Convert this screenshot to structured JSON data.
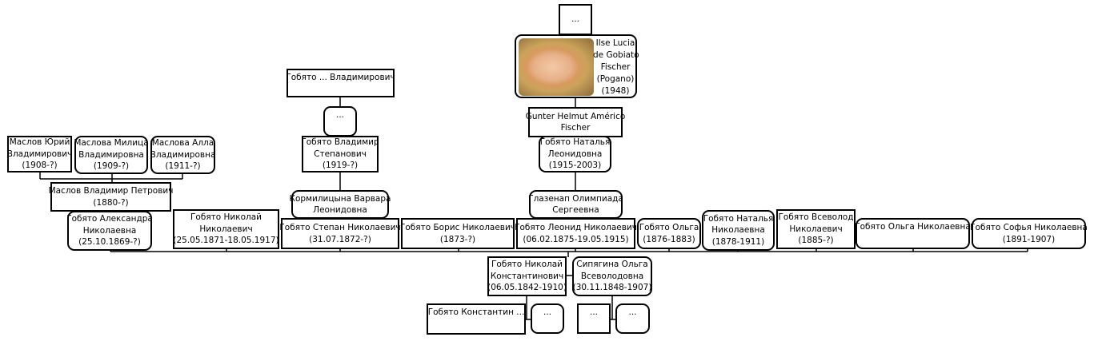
{
  "boxes": {
    "top_ellipsis": "...",
    "ilse": [
      "Ilse Lucia",
      "de Gobiato",
      "Fischer",
      "(Pogano)",
      "(1948)"
    ],
    "gunter": [
      "Gunter Helmut Américo",
      "Fischer"
    ],
    "natalia_l": [
      "Гобято Наталья",
      "Леонидовна",
      "(1915-2003)"
    ],
    "glazenap": [
      "Глазенап Олимпиада",
      "Сергеевна"
    ],
    "gobyato_vlad_unknown": [
      "Гобято ... Владимирович"
    ],
    "ellipsis_mid": "...",
    "vladimir_s": [
      "Гобято Владимир",
      "Степанович",
      "(1919-?)"
    ],
    "kormilitsyna": [
      "Кормилицына Варвара",
      "Леонидовна"
    ],
    "maslov_yuri": [
      "Маслов Юрий",
      "Владимирович",
      "(1908-?)"
    ],
    "maslova_militsa": [
      "Маслова Милица",
      "Владимировна",
      "(1909-?)"
    ],
    "maslova_alla": [
      "Маслова Алла",
      "Владимировна",
      "(1911-?)"
    ],
    "maslov_vladimir": [
      "Маслов Владимир Петрович",
      "(1880-?)"
    ],
    "alexandra": [
      "Гобято Александра",
      "Николаевна",
      "(25.10.1869-?)"
    ],
    "nikolai_n": [
      "Гобято Николай",
      "Николаевич",
      "(25.05.1871-18.05.1917)"
    ],
    "stepan": [
      "Гобято Степан Николаевич",
      "(31.07.1872-?)"
    ],
    "boris": [
      "Гобято Борис Николаевич",
      "(1873-?)"
    ],
    "leonid": [
      "Гобято Леонид Николаевич",
      "(06.02.1875-19.05.1915)"
    ],
    "olga_1876": [
      "Гобято Ольга",
      "(1876-1883)"
    ],
    "natalia_n": [
      "Гобято Наталья",
      "Николаевна",
      "(1878-1911)"
    ],
    "vsevolod": [
      "Гобято Всеволод",
      "Николаевич",
      "(1885-?)"
    ],
    "olga_n": [
      "Гобято Ольга Николаевна"
    ],
    "sofia": [
      "Гобято Софья Николаевна",
      "(1891-1907)"
    ],
    "nikolai_k": [
      "Гобято Николай",
      "Константинович",
      "(06.05.1842-1910)"
    ],
    "sipyagina": [
      "Сипягина Ольга",
      "Всеволодовна",
      "(30.11.1848-1907)"
    ],
    "konstantin": [
      "Гобято Константин ..."
    ],
    "ell_b1": "...",
    "ell_b2": "...",
    "ell_b3": "..."
  }
}
